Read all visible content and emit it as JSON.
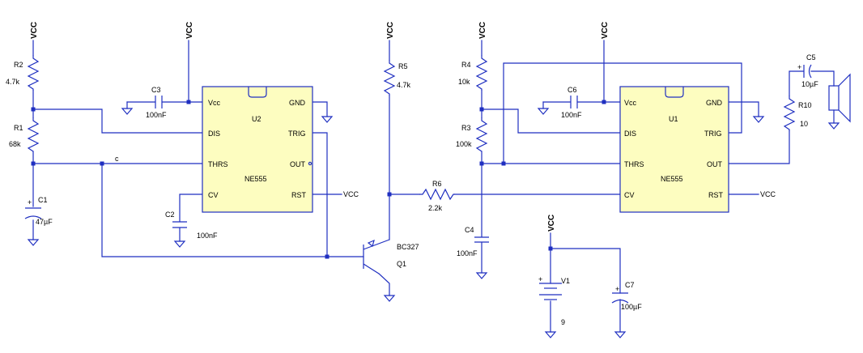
{
  "colors": {
    "wire": "#1f2fc0",
    "chip_fill": "#fdfdc0",
    "text": "#000000",
    "background": "#ffffff"
  },
  "power_label": "VCC",
  "node_label_c": "c",
  "ic_pins": {
    "vcc": "Vcc",
    "gnd": "GND",
    "dis": "DIS",
    "trig": "TRIG",
    "thrs": "THRS",
    "out": "OUT",
    "cv": "CV",
    "rst": "RST"
  },
  "u2": {
    "ref": "U2",
    "part": "NE555"
  },
  "u1": {
    "ref": "U1",
    "part": "NE555"
  },
  "q1": {
    "ref": "Q1",
    "part": "BC327"
  },
  "v1": {
    "ref": "V1",
    "value": "9"
  },
  "components": {
    "r2": {
      "ref": "R2",
      "value": "4.7k"
    },
    "r1": {
      "ref": "R1",
      "value": "68k"
    },
    "c1": {
      "ref": "C1",
      "value": "47µF"
    },
    "c3": {
      "ref": "C3",
      "value": "100nF"
    },
    "c2": {
      "ref": "C2",
      "value": "100nF"
    },
    "r5": {
      "ref": "R5",
      "value": "4.7k"
    },
    "r6": {
      "ref": "R6",
      "value": "2.2k"
    },
    "r4": {
      "ref": "R4",
      "value": "10k"
    },
    "r3": {
      "ref": "R3",
      "value": "100k"
    },
    "c4": {
      "ref": "C4",
      "value": "100nF"
    },
    "c6": {
      "ref": "C6",
      "value": "100nF"
    },
    "r10": {
      "ref": "R10",
      "value": "10"
    },
    "c5": {
      "ref": "C5",
      "value": "10µF"
    },
    "c7": {
      "ref": "C7",
      "value": "100µF"
    }
  },
  "polarity_mark": "+"
}
